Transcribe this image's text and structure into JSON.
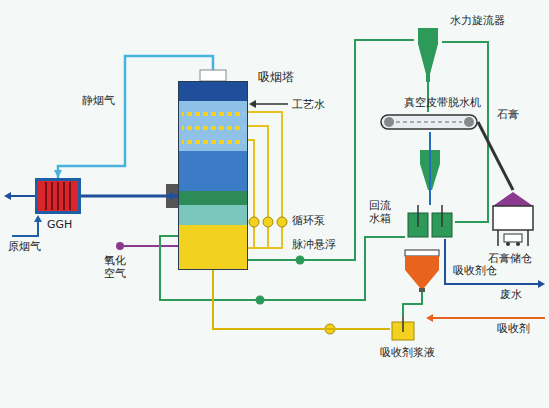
{
  "diagram": {
    "nodes": [
      {
        "text": [
          "GGH"
        ]
      },
      {
        "text": [
          "吸烟塔"
        ]
      },
      {
        "text": [
          "水力旋流器"
        ]
      },
      {
        "text": [
          "真空皮带脱水机"
        ]
      },
      {
        "text": [
          "石膏储仓"
        ]
      },
      {
        "text": [
          "回流水箱"
        ]
      },
      {
        "text": [
          "吸收剂仓"
        ]
      },
      {
        "text": [
          "吸收剂浆液"
        ]
      }
    ],
    "edges": [
      {
        "from": 0,
        "to": 1,
        "arrow": "to"
      },
      {
        "from": 1,
        "to": 0,
        "arrow": "to"
      },
      {
        "from": 1,
        "to": 2,
        "arrow": "none"
      },
      {
        "from": 2,
        "to": 3,
        "arrow": "none"
      },
      {
        "from": 3,
        "to": 4,
        "arrow": "none"
      },
      {
        "from": 3,
        "to": 5,
        "arrow": "none"
      },
      {
        "from": 5,
        "to": 1,
        "arrow": "none"
      },
      {
        "from": 6,
        "to": 7,
        "arrow": "none"
      },
      {
        "from": 7,
        "to": 1,
        "arrow": "none"
      }
    ],
    "labels": [
      "静烟气",
      "原烟气",
      "工艺水",
      "氧化空气",
      "循环泵",
      "脉冲悬浮",
      "石膏",
      "废水",
      "吸收剂"
    ]
  }
}
